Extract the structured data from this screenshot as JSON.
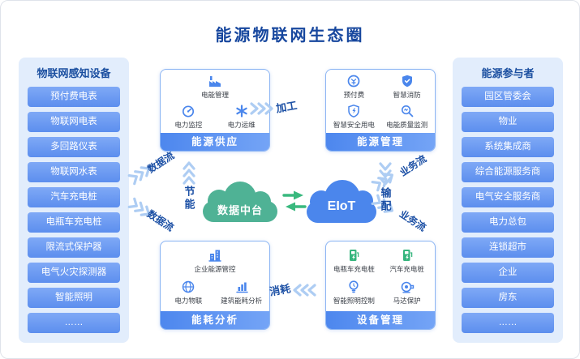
{
  "title": "能源物联网生态圈",
  "left_panel": {
    "title": "物联网感知设备",
    "items": [
      "预付费电表",
      "物联网电表",
      "多回路仪表",
      "物联网水表",
      "汽车充电桩",
      "电瓶车充电桩",
      "限流式保护器",
      "电气火灾探测器",
      "智能照明",
      "……"
    ]
  },
  "right_panel": {
    "title": "能源参与者",
    "items": [
      "园区管委会",
      "物业",
      "系统集成商",
      "综合能源服务商",
      "电气安全服务商",
      "电力总包",
      "连锁超市",
      "企业",
      "房东",
      "……"
    ]
  },
  "modules": {
    "supply": {
      "title": "能源供应",
      "items": [
        {
          "label": "电能管理",
          "icon": "factory-icon"
        },
        {
          "label": "电力监控",
          "icon": "gauge-icon"
        },
        {
          "label": "电力运维",
          "icon": "asterisk-icon"
        }
      ]
    },
    "management": {
      "title": "能源管理",
      "items": [
        {
          "label": "预付费",
          "icon": "prepaid-meter-icon"
        },
        {
          "label": "智慧消防",
          "icon": "shield-check-icon"
        },
        {
          "label": "智慧安全用电",
          "icon": "shield-bolt-icon"
        },
        {
          "label": "电能质量监测",
          "icon": "magnifier-wave-icon"
        }
      ]
    },
    "analysis": {
      "title": "能耗分析",
      "items": [
        {
          "label": "企业能源管控",
          "icon": "building-icon"
        },
        {
          "label": "电力物联",
          "icon": "globe-icon"
        },
        {
          "label": "建筑能耗分析",
          "icon": "bar-chart-icon"
        }
      ]
    },
    "device": {
      "title": "设备管理",
      "items": [
        {
          "label": "电瓶车充电桩",
          "icon": "charging-pile-icon"
        },
        {
          "label": "汽车充电桩",
          "icon": "charging-pile-icon"
        },
        {
          "label": "智能照明控制",
          "icon": "bulb-icon"
        },
        {
          "label": "马达保护",
          "icon": "motor-icon"
        }
      ]
    }
  },
  "center": {
    "data_platform_label": "数据中台",
    "eiot_label": "EIoT"
  },
  "flows": {
    "process": "加工",
    "consume": "消耗",
    "save_energy": "节能",
    "transmit_distribute": "输配",
    "data_flow_top": "数据流",
    "data_flow_bottom": "数据流",
    "business_flow_top": "业务流",
    "business_flow_bottom": "业务流"
  },
  "colors": {
    "title_blue": "#17479e",
    "accent_blue": "#4a86ec",
    "panel_bg": "#e2edfc",
    "pill_blue": "#5c8eee",
    "cloud_green": "#4fb295",
    "cloud_blue": "#4b86ec",
    "arrow_chevron_blue": "#aecdf3",
    "flow_label_blue": "#1c50a5",
    "exchange_green": "#39b97e",
    "charger_green": "#35b57d"
  }
}
